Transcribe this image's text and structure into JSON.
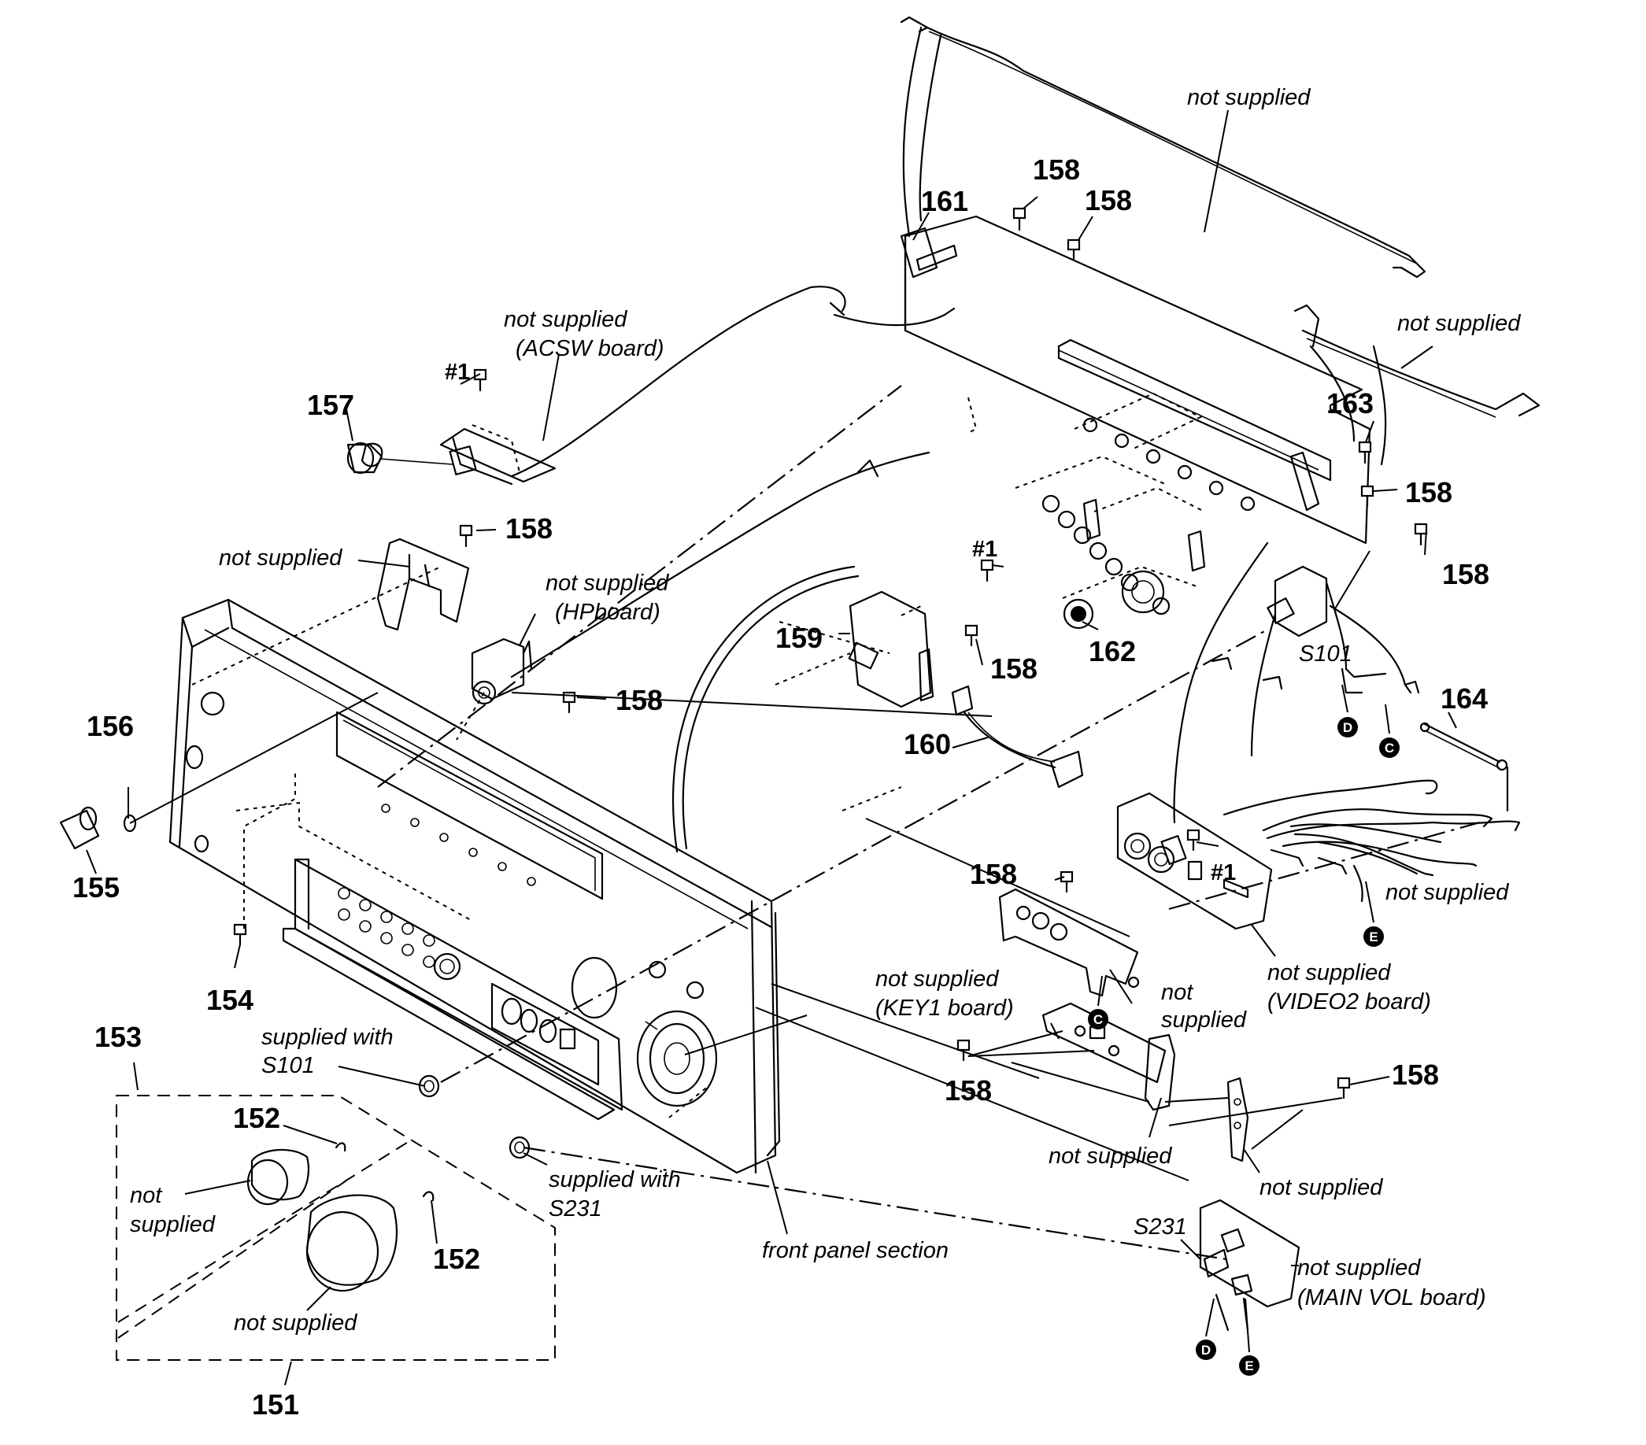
{
  "labels": {
    "p161": "161",
    "p158_a": "158",
    "p158_b": "158",
    "p163": "163",
    "p158_c": "158",
    "p158_d": "158",
    "p157": "157",
    "h1_a": "#1",
    "p158_e": "158",
    "h1_b": "#1",
    "p159": "159",
    "p158_f": "158",
    "p162": "162",
    "s101": "S101",
    "p164": "164",
    "p158_g": "158",
    "p160": "160",
    "p156": "156",
    "p155": "155",
    "p154": "154",
    "p158_h": "158",
    "h1_c": "#1",
    "p153": "153",
    "p152_a": "152",
    "p152_b": "152",
    "p151": "151",
    "p158_i": "158",
    "p158_j": "158",
    "s231": "S231"
  },
  "notes": {
    "ns_top": "not supplied",
    "ns_right": "not supplied",
    "ns_acsw_1": "not supplied",
    "ns_acsw_2": "(ACSW board)",
    "ns_bracket": "not supplied",
    "ns_hp_1": "not supplied",
    "ns_hp_2": "(HPboard)",
    "ns_cables": "not supplied",
    "ns_plate_1": "not",
    "ns_plate_2": "supplied",
    "ns_video2_1": "not supplied",
    "ns_video2_2": "(VIDEO2 board)",
    "ns_key1_1": "not supplied",
    "ns_key1_2": "(KEY1 board)",
    "ns_key1_bracket": "not supplied",
    "ns_small_bracket": "not supplied",
    "ns_mainvol_1": "not supplied",
    "ns_mainvol_2": "(MAIN VOL board)",
    "sw_s101_1": "supplied with",
    "sw_s101_2": "S101",
    "sw_s231_1": "supplied with",
    "sw_s231_2": "S231",
    "ns_knob_small_1": "not",
    "ns_knob_small_2": "supplied",
    "ns_knob_big": "not supplied",
    "front_panel": "front panel section"
  },
  "connectors": {
    "c1": "C",
    "c2": "C",
    "d1": "D",
    "d2": "D",
    "e1": "E",
    "e2": "E"
  }
}
